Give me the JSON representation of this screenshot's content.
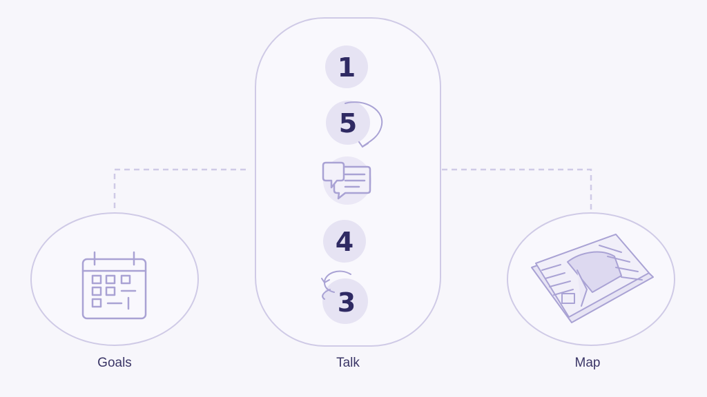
{
  "nodes": {
    "left": {
      "label": "Goals",
      "icon": "calendar-icon"
    },
    "center": {
      "label": "Talk",
      "icon": "chat-bubbles-icon"
    },
    "right": {
      "label": "Map",
      "icon": "map-icon"
    }
  },
  "steps": [
    "1",
    "5",
    "4",
    "3"
  ],
  "colors": {
    "background": "#f7f6fb",
    "outline": "#cfcae6",
    "icon": "#a9a2d4",
    "text": "#2f2a63",
    "bubble": "#e6e3f3"
  }
}
